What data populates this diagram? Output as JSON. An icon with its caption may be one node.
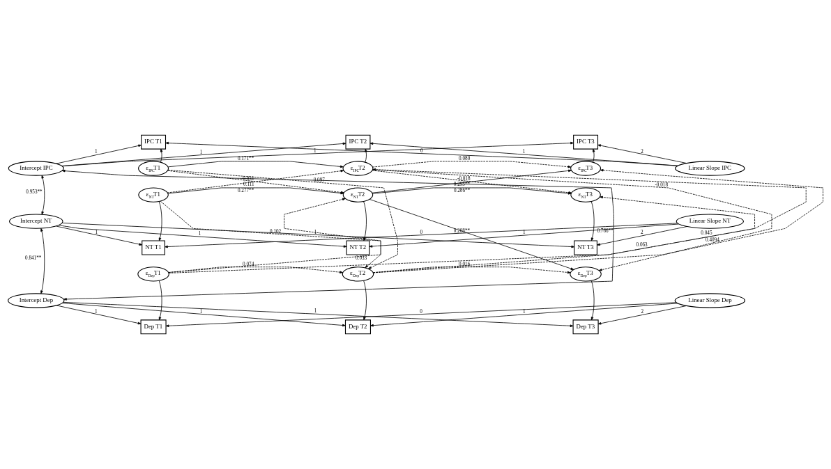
{
  "diagram": {
    "nodes": [
      {
        "text": [
          "IPC T1"
        ]
      },
      {
        "text": [
          "IPC T2"
        ]
      },
      {
        "text": [
          "IPC T3"
        ]
      },
      {
        "text": [
          "Intercept IPC"
        ]
      },
      {
        "text": [
          "ε$_{IPC}$T1"
        ]
      },
      {
        "text": [
          "ε$_{IPC}$T2"
        ]
      },
      {
        "text": [
          "ε$_{IPC}$T3"
        ]
      },
      {
        "text": [
          "Linear Slope IPC"
        ]
      },
      {
        "text": [
          "Intercept NT"
        ]
      },
      {
        "text": [
          "ε$_{NT}$T1"
        ]
      },
      {
        "text": [
          "ε$_{NT}$T2"
        ]
      },
      {
        "text": [
          "ε$_{NT}$T3"
        ]
      },
      {
        "text": [
          "Linear Slope NT"
        ]
      },
      {
        "text": [
          "NT T1"
        ]
      },
      {
        "text": [
          "NT T2"
        ]
      },
      {
        "text": [
          "NT T3"
        ]
      },
      {
        "text": [
          "Intercept Dep"
        ]
      },
      {
        "text": [
          "ε$_{Dep}$T1"
        ]
      },
      {
        "text": [
          "ε$_{Dep}$T2"
        ]
      },
      {
        "text": [
          "ε$_{Dep}$T3"
        ]
      },
      {
        "text": [
          "Linear Slope Dep"
        ]
      },
      {
        "text": [
          "Dep T1"
        ]
      },
      {
        "text": [
          "Dep T2"
        ]
      },
      {
        "text": [
          "Dep T3"
        ]
      }
    ],
    "edges": [
      {
        "from": 3,
        "to": 0,
        "arrow": "to",
        "label": "1"
      },
      {
        "from": 3,
        "to": 1,
        "arrow": "to",
        "label": "1"
      },
      {
        "from": 3,
        "to": 2,
        "arrow": "to",
        "label": "1"
      },
      {
        "from": 7,
        "to": 0,
        "arrow": "to",
        "label": "0"
      },
      {
        "from": 7,
        "to": 1,
        "arrow": "to",
        "label": "1"
      },
      {
        "from": 7,
        "to": 2,
        "arrow": "to",
        "label": "2"
      },
      {
        "from": 4,
        "to": 0,
        "arrow": "to"
      },
      {
        "from": 5,
        "to": 1,
        "arrow": "to"
      },
      {
        "from": 6,
        "to": 2,
        "arrow": "to"
      },
      {
        "from": 8,
        "to": 13,
        "arrow": "to",
        "label": "1"
      },
      {
        "from": 8,
        "to": 14,
        "arrow": "to",
        "label": "1"
      },
      {
        "from": 8,
        "to": 15,
        "arrow": "to",
        "label": "1"
      },
      {
        "from": 12,
        "to": 13,
        "arrow": "to",
        "label": "0"
      },
      {
        "from": 12,
        "to": 14,
        "arrow": "to",
        "label": "1"
      },
      {
        "from": 12,
        "to": 15,
        "arrow": "to",
        "label": "2"
      },
      {
        "from": 9,
        "to": 13,
        "arrow": "to"
      },
      {
        "from": 10,
        "to": 14,
        "arrow": "to"
      },
      {
        "from": 11,
        "to": 15,
        "arrow": "to"
      },
      {
        "from": 16,
        "to": 21,
        "arrow": "to",
        "label": "1"
      },
      {
        "from": 16,
        "to": 22,
        "arrow": "to",
        "label": "1"
      },
      {
        "from": 16,
        "to": 23,
        "arrow": "to",
        "label": "1"
      },
      {
        "from": 20,
        "to": 21,
        "arrow": "to",
        "label": "0"
      },
      {
        "from": 20,
        "to": 22,
        "arrow": "to",
        "label": "1"
      },
      {
        "from": 20,
        "to": 23,
        "arrow": "to",
        "label": "2"
      },
      {
        "from": 17,
        "to": 21,
        "arrow": "to"
      },
      {
        "from": 18,
        "to": 22,
        "arrow": "to"
      },
      {
        "from": 19,
        "to": 23,
        "arrow": "to"
      },
      {
        "from": 3,
        "to": 8,
        "arrow": "both",
        "label": "0.953**"
      },
      {
        "from": 8,
        "to": 16,
        "arrow": "both",
        "label": "0.841**"
      },
      {
        "from": 3,
        "to": 16,
        "arrow": "both",
        "label": "0.786**"
      },
      {
        "from": 4,
        "to": 5,
        "arrow": "to",
        "label": "0.171**"
      },
      {
        "from": 4,
        "to": 10,
        "arrow": "to",
        "label": "0.031",
        "style": "dashed"
      },
      {
        "from": 4,
        "to": 18,
        "arrow": "to",
        "label": "0.097",
        "style": "dashed"
      },
      {
        "from": 9,
        "to": 5,
        "arrow": "to",
        "label": "0.111",
        "style": "dashed"
      },
      {
        "from": 9,
        "to": 10,
        "arrow": "to",
        "label": "0.277**"
      },
      {
        "from": 9,
        "to": 18,
        "arrow": "to",
        "label": "0.102",
        "style": "dashed"
      },
      {
        "from": 17,
        "to": 5,
        "arrow": "to",
        "label": "0.045",
        "style": "dashed"
      },
      {
        "from": 17,
        "to": 10,
        "arrow": "to",
        "label": "0.033",
        "style": "dashed"
      },
      {
        "from": 17,
        "to": 18,
        "arrow": "to",
        "label": "0.074",
        "style": "dashed"
      },
      {
        "from": 5,
        "to": 6,
        "arrow": "to",
        "label": "0.080",
        "style": "dashed"
      },
      {
        "from": 5,
        "to": 11,
        "arrow": "to",
        "label": "-0.018",
        "style": "dashed"
      },
      {
        "from": 5,
        "to": 19,
        "arrow": "to",
        "label": "-0.018",
        "style": "dashed"
      },
      {
        "from": 10,
        "to": 6,
        "arrow": "to",
        "label": "0.295**"
      },
      {
        "from": 10,
        "to": 11,
        "arrow": "to",
        "label": "0.286**"
      },
      {
        "from": 10,
        "to": 19,
        "arrow": "to",
        "label": "0.208**"
      },
      {
        "from": 18,
        "to": 6,
        "arrow": "to",
        "label": "0.4094",
        "style": "dashed"
      },
      {
        "from": 18,
        "to": 11,
        "arrow": "to",
        "label": "0.063",
        "style": "dashed"
      },
      {
        "from": 18,
        "to": 19,
        "arrow": "to",
        "label": "0.016",
        "style": "dashed"
      }
    ]
  }
}
